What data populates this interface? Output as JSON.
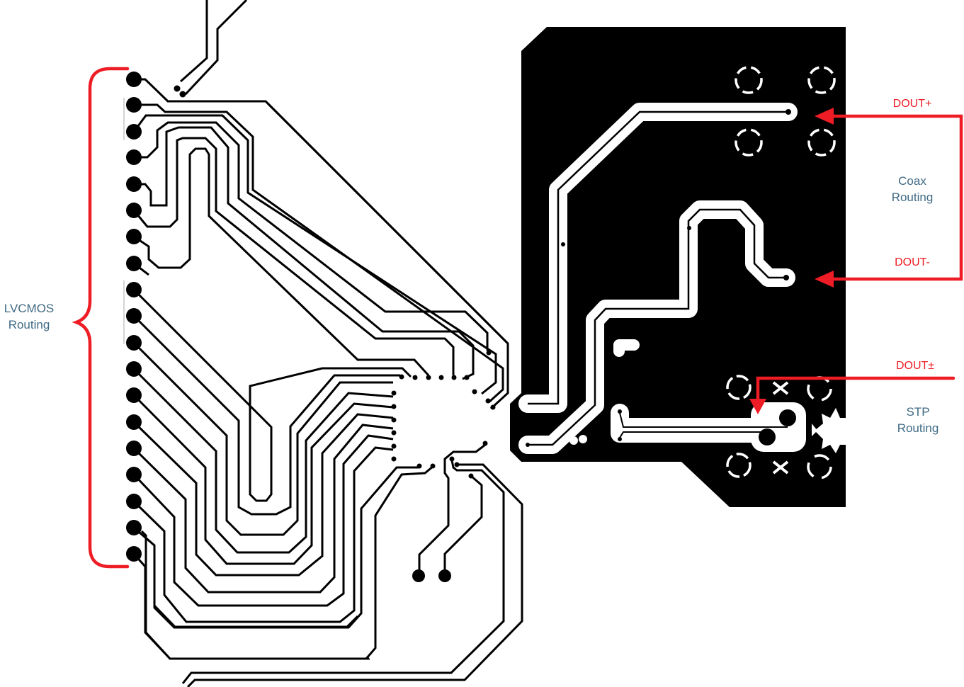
{
  "diagram": {
    "title": "PCB layout: LVCMOS, Coax and STP routing",
    "colors": {
      "annotation_red": "#ee1c24",
      "label_blue": "#3f6a84",
      "copper_plane": "#000000",
      "background": "#ffffff"
    },
    "labels": {
      "lvcmos": "LVCMOS\nRouting",
      "coax": "Coax\nRouting",
      "stp": "STP\nRouting",
      "dout_plus": "DOUT+",
      "dout_minus": "DOUT-",
      "dout_pm": "DOUT±"
    },
    "annotations": [
      {
        "type": "brace",
        "target": "LVCMOS pads",
        "label": "LVCMOS Routing",
        "count_pads": 19
      },
      {
        "type": "arrow",
        "label": "DOUT+",
        "target": "coax connector pin (top)"
      },
      {
        "type": "arrow",
        "label": "DOUT-",
        "target": "coax connector pin (bottom)"
      },
      {
        "type": "arrow",
        "label": "DOUT±",
        "target": "STP connector pad pair"
      }
    ],
    "regions": [
      {
        "name": "lvcmos-connector",
        "pads": 19
      },
      {
        "name": "coax-routing-area",
        "ground_vias": 4
      },
      {
        "name": "stp-routing-area",
        "ground_vias": 4
      }
    ]
  }
}
